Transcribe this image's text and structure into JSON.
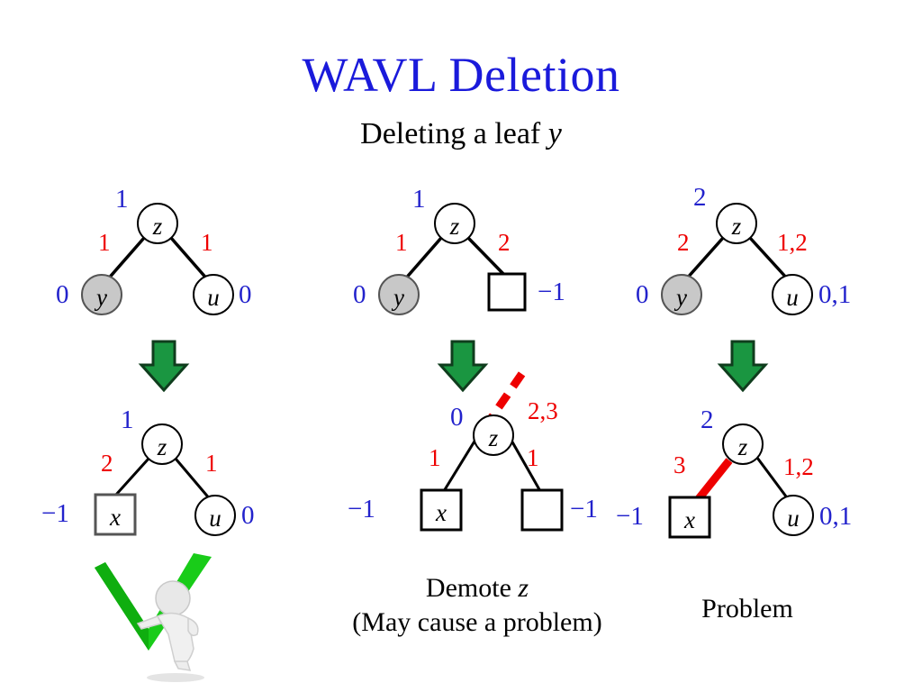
{
  "slide": {
    "title": "WAVL Deletion",
    "subtitle_prefix": "Deleting a leaf ",
    "subtitle_var": "y",
    "title_color": "#1a1adb",
    "rank_color": "#2222cc",
    "diff_color": "#ee0000",
    "gray_node_fill": "#c8c8c8",
    "arrow_color": "#1a9641"
  },
  "trees": {
    "top_left": {
      "root": {
        "label": "z",
        "rank": "1"
      },
      "left_child": {
        "label": "y",
        "rank": "0",
        "shape": "circle",
        "filled": true
      },
      "right_child": {
        "label": "u",
        "rank": "0",
        "shape": "circle",
        "filled": false
      },
      "left_edge": "1",
      "right_edge": "1"
    },
    "top_middle": {
      "root": {
        "label": "z",
        "rank": "1"
      },
      "left_child": {
        "label": "y",
        "rank": "0",
        "shape": "circle",
        "filled": true
      },
      "right_child": {
        "label": "",
        "rank": "−1",
        "shape": "square",
        "filled": false
      },
      "left_edge": "1",
      "right_edge": "2"
    },
    "top_right": {
      "root": {
        "label": "z",
        "rank": "2"
      },
      "left_child": {
        "label": "y",
        "rank": "0",
        "shape": "circle",
        "filled": true
      },
      "right_child": {
        "label": "u",
        "rank": "0,1",
        "shape": "circle",
        "filled": false
      },
      "left_edge": "2",
      "right_edge": "1,2"
    },
    "bottom_left": {
      "root": {
        "label": "z",
        "rank": "1"
      },
      "left_child": {
        "label": "x",
        "rank": "−1",
        "shape": "square",
        "filled": false
      },
      "right_child": {
        "label": "u",
        "rank": "0",
        "shape": "circle",
        "filled": false
      },
      "left_edge": "2",
      "right_edge": "1"
    },
    "bottom_middle": {
      "root": {
        "label": "z",
        "rank": "0"
      },
      "left_child": {
        "label": "x",
        "rank": "−1",
        "shape": "square",
        "filled": false
      },
      "right_child": {
        "label": "",
        "rank": "−1",
        "shape": "square",
        "filled": false
      },
      "left_edge": "1",
      "right_edge": "1",
      "parent_edge": "2,3",
      "parent_edge_style": "dashed-red"
    },
    "bottom_right": {
      "root": {
        "label": "z",
        "rank": "2"
      },
      "left_child": {
        "label": "x",
        "rank": "−1",
        "shape": "square",
        "filled": false
      },
      "right_child": {
        "label": "u",
        "rank": "0,1",
        "shape": "circle",
        "filled": false
      },
      "left_edge": "3",
      "left_edge_style": "solid-red",
      "right_edge": "1,2"
    }
  },
  "captions": {
    "ok": {
      "icon": "green-check-with-figure"
    },
    "middle_line1": "Demote ",
    "middle_line1_var": "z",
    "middle_line2": "(May cause a problem)",
    "right": "Problem"
  }
}
